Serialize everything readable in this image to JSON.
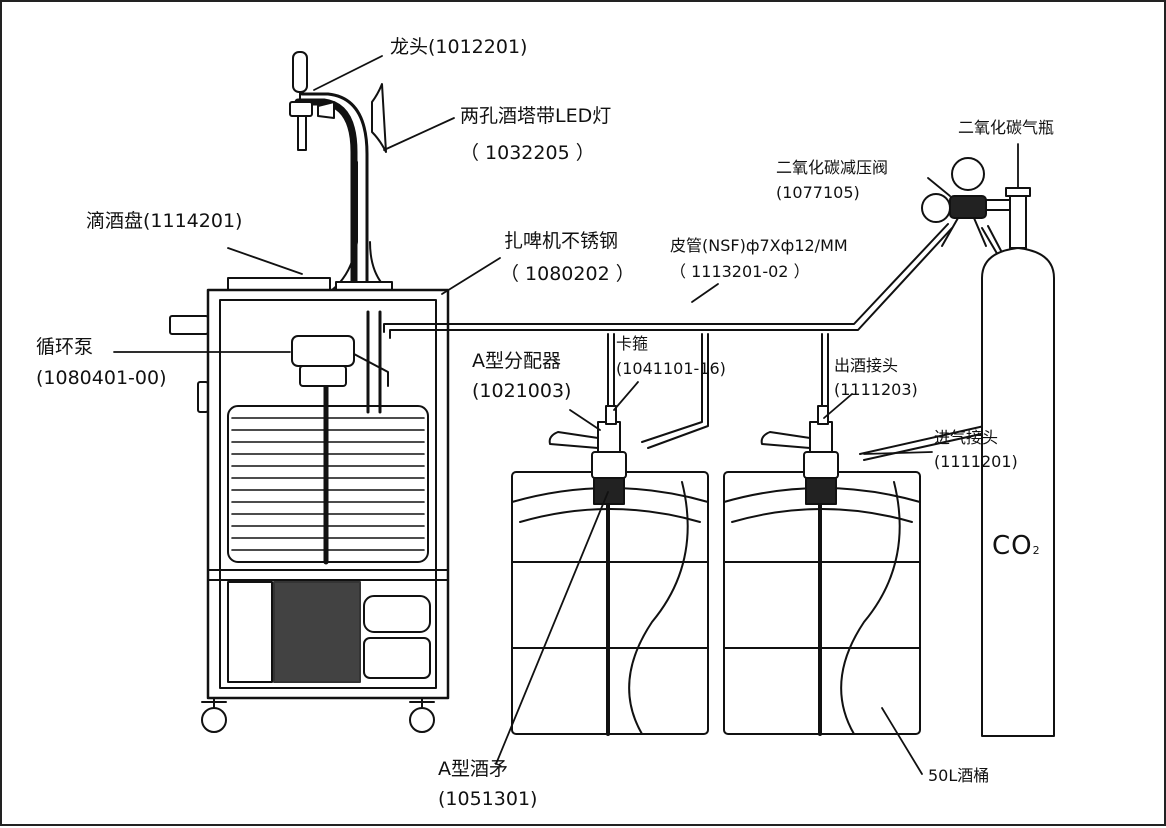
{
  "labels": {
    "faucet": {
      "name": "龙头(1012201)"
    },
    "tower": {
      "name": "两孔酒塔带LED灯",
      "code": "（ 1032205 ）"
    },
    "drip_tray": {
      "name": "滴酒盘(1114201)"
    },
    "cabinet": {
      "name": "扎啤机不锈钢",
      "code": "（ 1080202 ）"
    },
    "pump": {
      "name": "循环泵",
      "code": "(1080401-00)"
    },
    "hose": {
      "name": "皮管(NSF)ф7Xф12/MM",
      "code": "（ 1113201-02 ）"
    },
    "clamp": {
      "name": "卡箍",
      "code": "(1041101-16)"
    },
    "coupler": {
      "name": "A型分配器",
      "code": "(1021003)"
    },
    "beer_outlet": {
      "name": "出酒接头",
      "code": "(1111203)"
    },
    "gas_inlet": {
      "name": "进气接头",
      "code": "(1111201)"
    },
    "regulator": {
      "name": "二氧化碳减压阀",
      "code": "(1077105)"
    },
    "co2_bottle": {
      "name": "二氧化碳气瓶"
    },
    "spear": {
      "name": "A型酒矛",
      "code": "(1051301)"
    },
    "keg": {
      "name": "50L酒桶"
    },
    "co2_mark": {
      "main": "CO",
      "sub": "2"
    }
  },
  "colors": {
    "line": "#111111",
    "background": "#ffffff"
  }
}
